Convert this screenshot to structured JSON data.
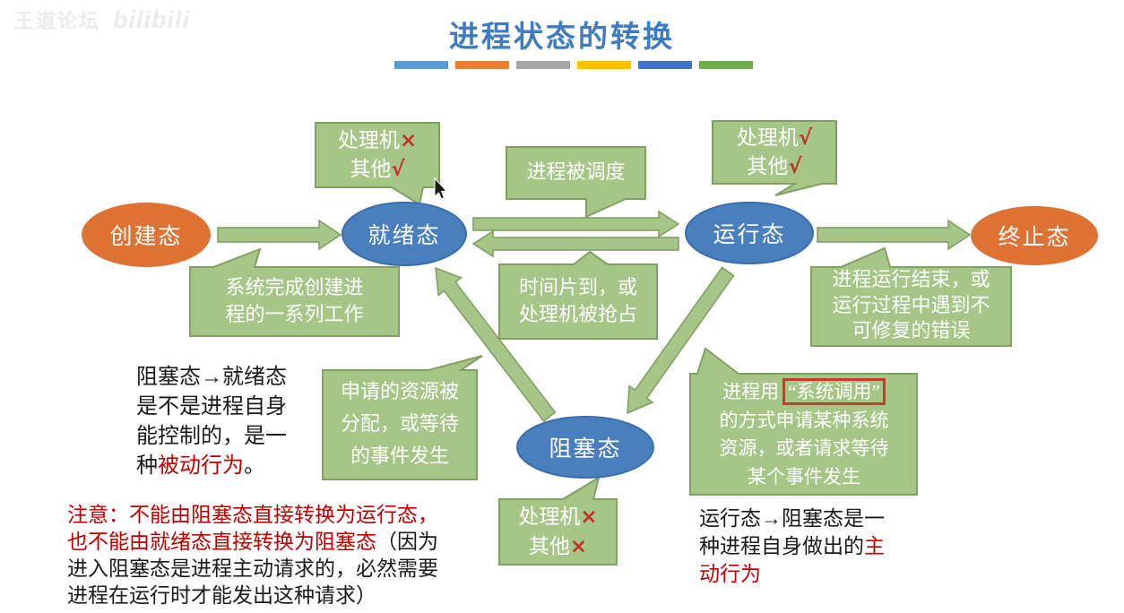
{
  "watermark": {
    "site": "王道论坛",
    "logo": "bilibili"
  },
  "title": "进程状态的转换",
  "divider_colors": [
    "#5B9BD5",
    "#ED7D31",
    "#A5A5A5",
    "#FFC000",
    "#4472C4",
    "#70AD47"
  ],
  "colors": {
    "title_blue": "#3E7CC1",
    "state_blue": "#4A7FBE",
    "state_orange": "#DD7233",
    "callout_green": "#A5C687",
    "callout_border": "#82A062",
    "red_text": "#C00000",
    "red_mark": "#C13327",
    "highlight_box_red": "#CB3A28"
  },
  "states": {
    "create": "创建态",
    "ready": "就绪态",
    "running": "运行态",
    "terminate": "终止态",
    "blocked": "阻塞态"
  },
  "callouts": {
    "ready_flags": {
      "line1_label": "处理机",
      "line1_mark": "×",
      "line2_label": "其他",
      "line2_mark": "√"
    },
    "running_flags": {
      "line1_label": "处理机",
      "line1_mark": "√",
      "line2_label": "其他",
      "line2_mark": "√"
    },
    "blocked_flags": {
      "line1_label": "处理机",
      "line1_mark": "×",
      "line2_label": "其他",
      "line2_mark": "×"
    },
    "scheduled": "进程被调度",
    "create_note": "系统完成创建进\n程的一系列工作",
    "timeslice": "时间片到，或\n处理机被抢占",
    "terminate_note": "进程运行结束，或\n运行过程中遇到不\n可修复的错误",
    "resource": "申请的资源被\n分配，或等待\n的事件发生",
    "syscall": {
      "prefix": "进程用",
      "highlight": "“系统调用”",
      "rest": "的方式申请某种系统\n资源，或者请求等待\n某个事件发生"
    }
  },
  "notes": {
    "blocked_to_ready": {
      "black1": "阻塞态→就绪态\n是不是进程自身\n能控制的，是一\n种",
      "red": "被动行为",
      "black2": "。"
    },
    "warning": {
      "red": "注意：不能由阻塞态直接转换为运行态，\n也不能由就绪态直接转换为阻塞态",
      "black": "（因为\n进入阻塞态是进程主动请求的，必然需要\n进程在运行时才能发出这种请求）"
    },
    "running_to_blocked": {
      "black": "运行态→阻塞态是一\n种进程自身做出的",
      "red": "主\n动行为"
    }
  }
}
